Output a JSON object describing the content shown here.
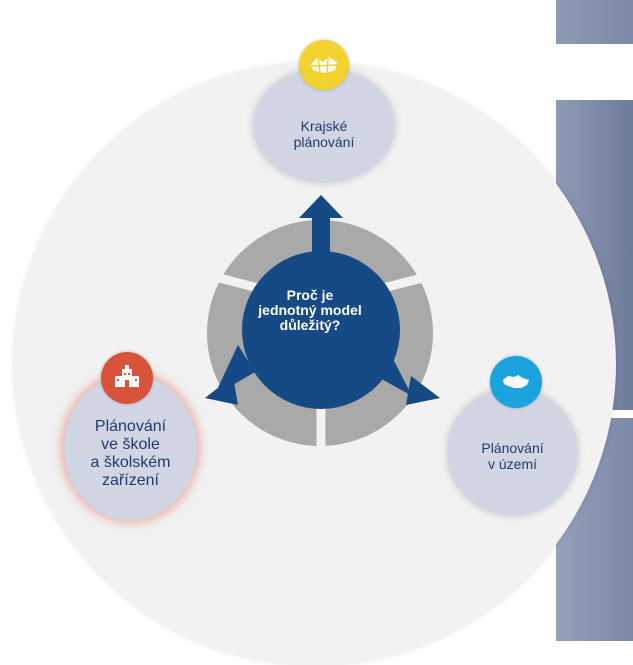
{
  "hub": {
    "question": "Proč je\njednotný model\ndůležitý?"
  },
  "nodes": [
    {
      "label": "Krajské\nplánování",
      "icon": "map-tiles-icon",
      "badge_color": "#f2d22e"
    },
    {
      "label": "Plánování\nve škole\na školském\nzařízení",
      "icon": "school-building-icon",
      "badge_color": "#d9523a"
    },
    {
      "label": "Plánování\nv území",
      "icon": "country-map-icon",
      "badge_color": "#1aa3dc"
    }
  ],
  "colors": {
    "hub": "#154a85",
    "ring": "#a9a9a9",
    "node_fill": "#d2d5e3",
    "node_text": "#1f3b6f",
    "panel": "#7f8aa6"
  }
}
